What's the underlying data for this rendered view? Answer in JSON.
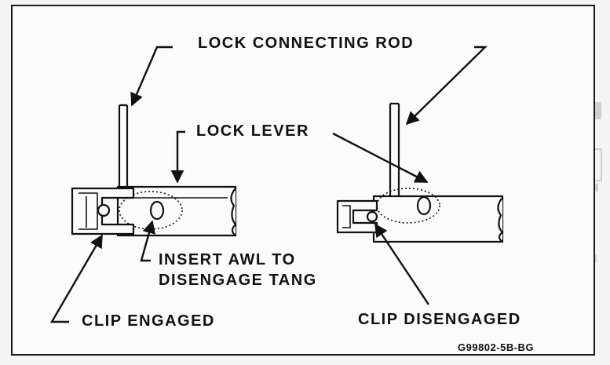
{
  "callouts": {
    "lock_connecting_rod": "LOCK CONNECTING ROD",
    "lock_lever": "LOCK LEVER",
    "insert_awl_line1": "INSERT AWL TO",
    "insert_awl_line2": "DISENGAGE TANG",
    "clip_engaged": "CLIP ENGAGED",
    "clip_disengaged": "CLIP DISENGAGED"
  },
  "figure_id": "G99802-5B-BG",
  "colors": {
    "ink": "#1a1a1a",
    "paper": "#fbfbfb",
    "bleed_through": "#cfcfcf"
  }
}
